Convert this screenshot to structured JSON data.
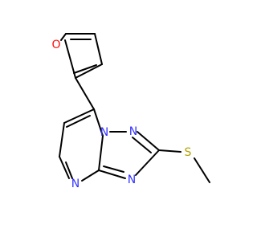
{
  "atoms": {
    "oxygen": "O",
    "n1": "N",
    "n2": "N",
    "n3": "N",
    "n4": "N",
    "sulfur": "S"
  },
  "colors": {
    "bond": "#000000",
    "nitrogen": "#3333ff",
    "oxygen": "#ff0d0d",
    "sulfur": "#b2a300"
  }
}
